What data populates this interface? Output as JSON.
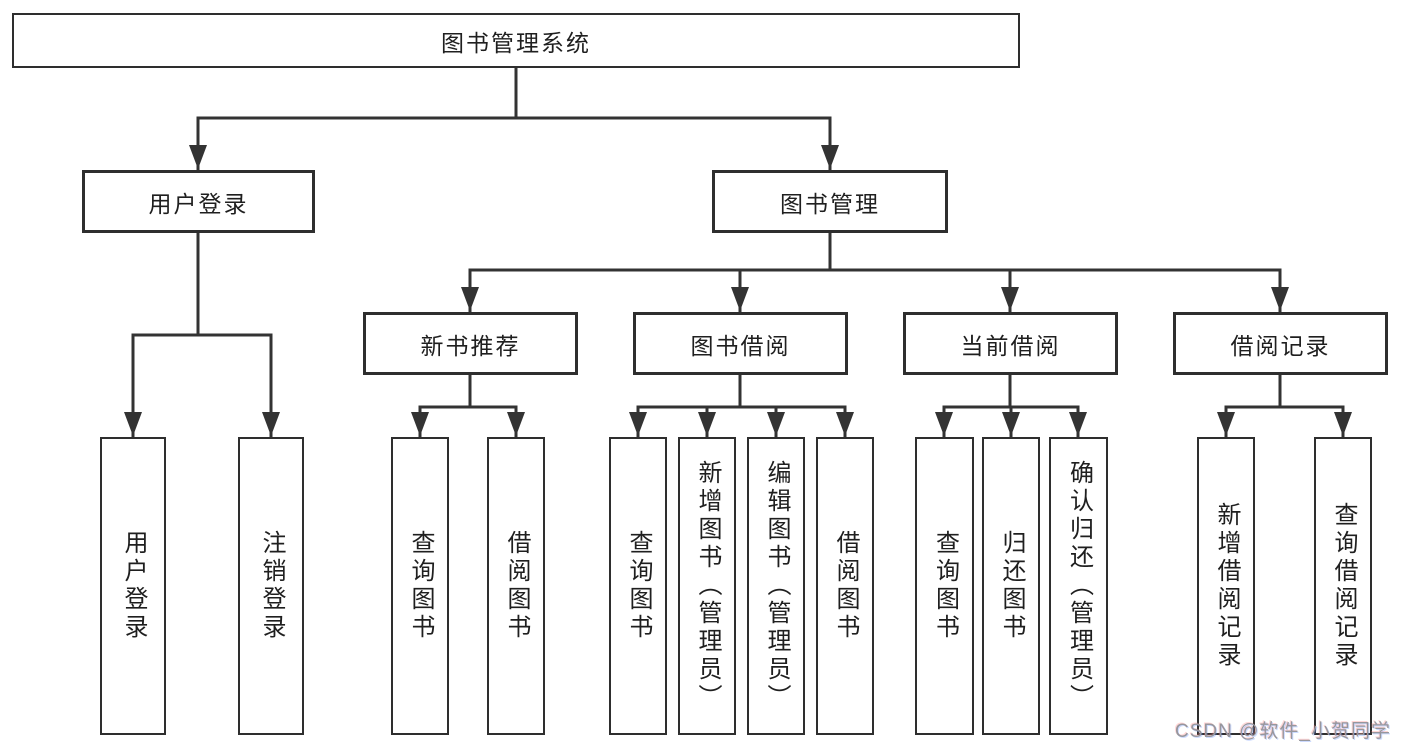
{
  "diagram": {
    "root": {
      "label": "图书管理系统"
    },
    "branches": [
      {
        "label": "用户登录",
        "children": [
          {
            "label": "用户登录"
          },
          {
            "label": "注销登录"
          }
        ]
      },
      {
        "label": "图书管理",
        "children": [
          {
            "label": "新书推荐",
            "children": [
              {
                "label": "查询图书"
              },
              {
                "label": "借阅图书"
              }
            ]
          },
          {
            "label": "图书借阅",
            "children": [
              {
                "label": "查询图书"
              },
              {
                "label": "新增图书（管理员）"
              },
              {
                "label": "编辑图书（管理员）"
              },
              {
                "label": "借阅图书"
              }
            ]
          },
          {
            "label": "当前借阅",
            "children": [
              {
                "label": "查询图书"
              },
              {
                "label": "归还图书"
              },
              {
                "label": "确认归还（管理员）"
              }
            ]
          },
          {
            "label": "借阅记录",
            "children": [
              {
                "label": "新增借阅记录"
              },
              {
                "label": "查询借阅记录"
              }
            ]
          }
        ]
      }
    ]
  },
  "watermark": {
    "text": "CSDN @软件_小贺同学"
  },
  "colors": {
    "line": "#333333",
    "box_border": "#2e2e2e",
    "text": "#1f1f1f",
    "background": "#ffffff",
    "watermark": "#97979d"
  }
}
